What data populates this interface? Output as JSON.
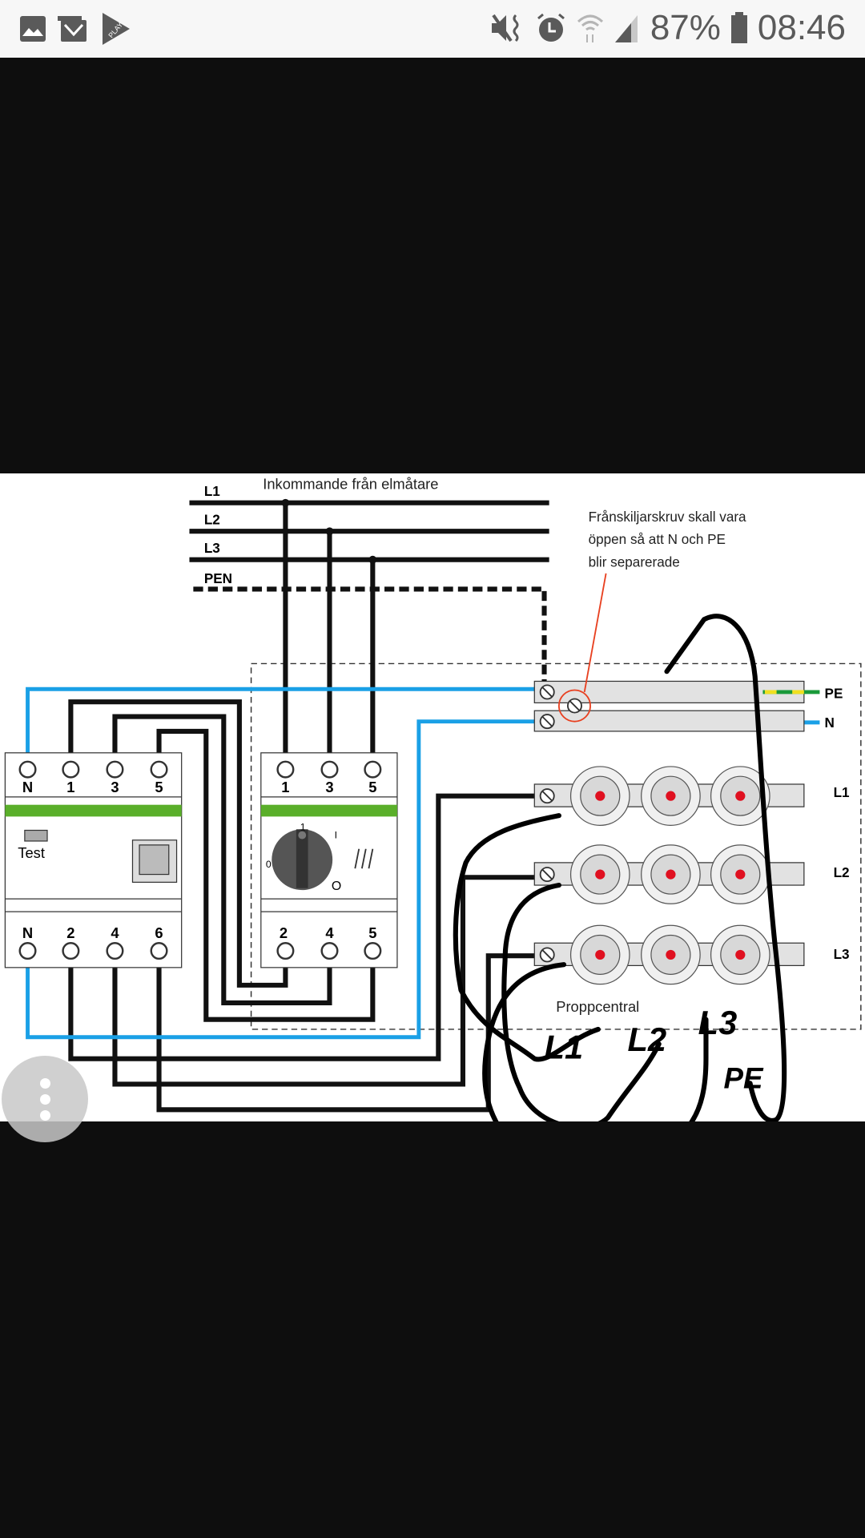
{
  "status_bar": {
    "notification_icons": [
      "gallery-icon",
      "email-icon",
      "play-store-icon"
    ],
    "play_label": "PLAY",
    "system_icons": [
      "mute-vibrate-icon",
      "alarm-icon",
      "wifi-icon",
      "signal-icon",
      "battery-icon"
    ],
    "battery": "87%",
    "time": "08:46"
  },
  "diagram": {
    "title": "Inkommande från elmåtare",
    "bus_labels": [
      "L1",
      "L2",
      "L3",
      "PEN"
    ],
    "note_lines": [
      "Frånskiljarskruv skall vara",
      "öppen så att N och PE",
      "blir separerade"
    ],
    "rail_labels": {
      "pe": "PE",
      "n": "N"
    },
    "fuse_row_labels": [
      "L1",
      "L2",
      "L3"
    ],
    "rcd": {
      "top_terminals": [
        "N",
        "1",
        "3",
        "5"
      ],
      "bottom_terminals": [
        "N",
        "2",
        "4",
        "6"
      ],
      "test_label": "Test"
    },
    "switch": {
      "top_terminals": [
        "1",
        "3",
        "5"
      ],
      "bottom_terminals": [
        "2",
        "4",
        "5"
      ],
      "dial_marks": [
        "0",
        "1",
        "I",
        "O"
      ]
    },
    "fuse_board_label": "Proppcentral",
    "handwritten_labels": [
      "L1",
      "L2",
      "L3",
      "PE"
    ],
    "colors": {
      "neutral": "#1aa0e6",
      "pe_green": "#1a9a3a",
      "pe_yellow": "#f0e020",
      "module_green": "#5aaf2a",
      "fuse_red": "#e01020",
      "annotation_red": "#e84020"
    }
  },
  "menu": {
    "icon": "more-vert-icon"
  }
}
